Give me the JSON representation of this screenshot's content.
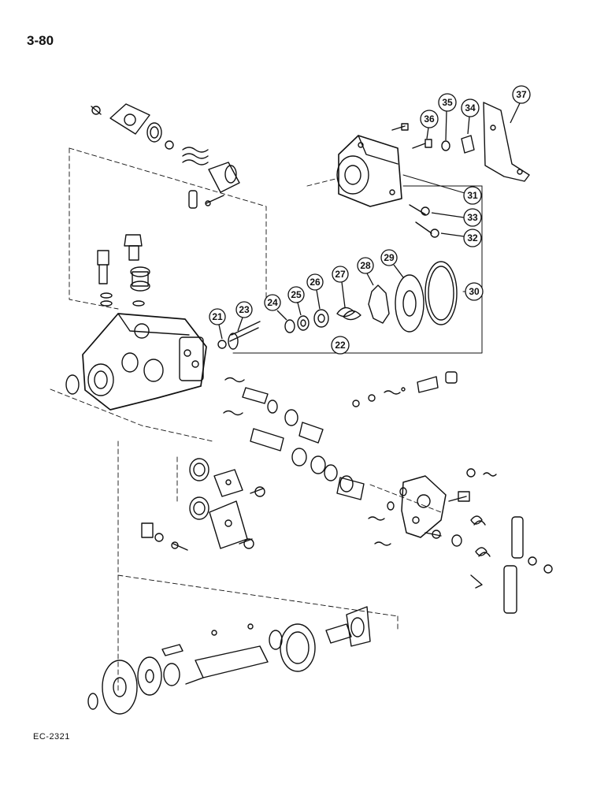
{
  "header": {
    "page_number": "3-80"
  },
  "footer": {
    "figure_code": "EC-2321"
  },
  "callouts": [
    {
      "id": "c21",
      "label": "21"
    },
    {
      "id": "c22",
      "label": "22"
    },
    {
      "id": "c23",
      "label": "23"
    },
    {
      "id": "c24",
      "label": "24"
    },
    {
      "id": "c25",
      "label": "25"
    },
    {
      "id": "c26",
      "label": "26"
    },
    {
      "id": "c27",
      "label": "27"
    },
    {
      "id": "c28",
      "label": "28"
    },
    {
      "id": "c29",
      "label": "29"
    },
    {
      "id": "c30",
      "label": "30"
    },
    {
      "id": "c31",
      "label": "31"
    },
    {
      "id": "c32",
      "label": "32"
    },
    {
      "id": "c33",
      "label": "33"
    },
    {
      "id": "c34",
      "label": "34"
    },
    {
      "id": "c35",
      "label": "35"
    },
    {
      "id": "c36",
      "label": "36"
    },
    {
      "id": "c37",
      "label": "37"
    }
  ]
}
